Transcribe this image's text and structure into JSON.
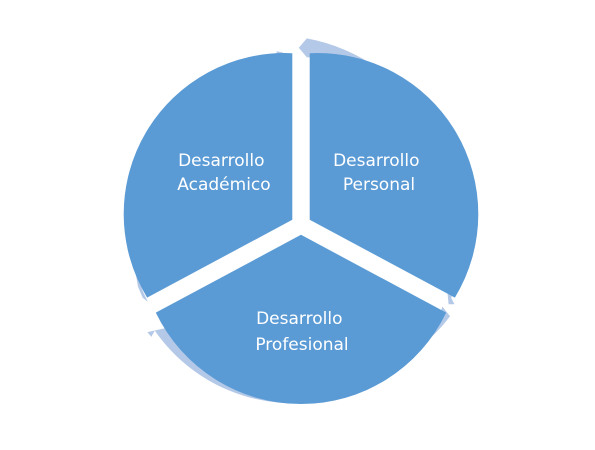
{
  "diagram": {
    "type": "cycle",
    "segments": [
      {
        "id": "academico",
        "line1": "Desarrollo",
        "line2": "Académico"
      },
      {
        "id": "personal",
        "line1": "Desarrollo",
        "line2": "Personal"
      },
      {
        "id": "profesional",
        "line1": "Desarrollo",
        "line2": "Profesional"
      }
    ],
    "colors": {
      "segment_fill": "#5B9BD5",
      "ring_arrow": "#B4C9E7",
      "label_text": "#FFFFFF",
      "background": "#FFFFFF"
    }
  }
}
